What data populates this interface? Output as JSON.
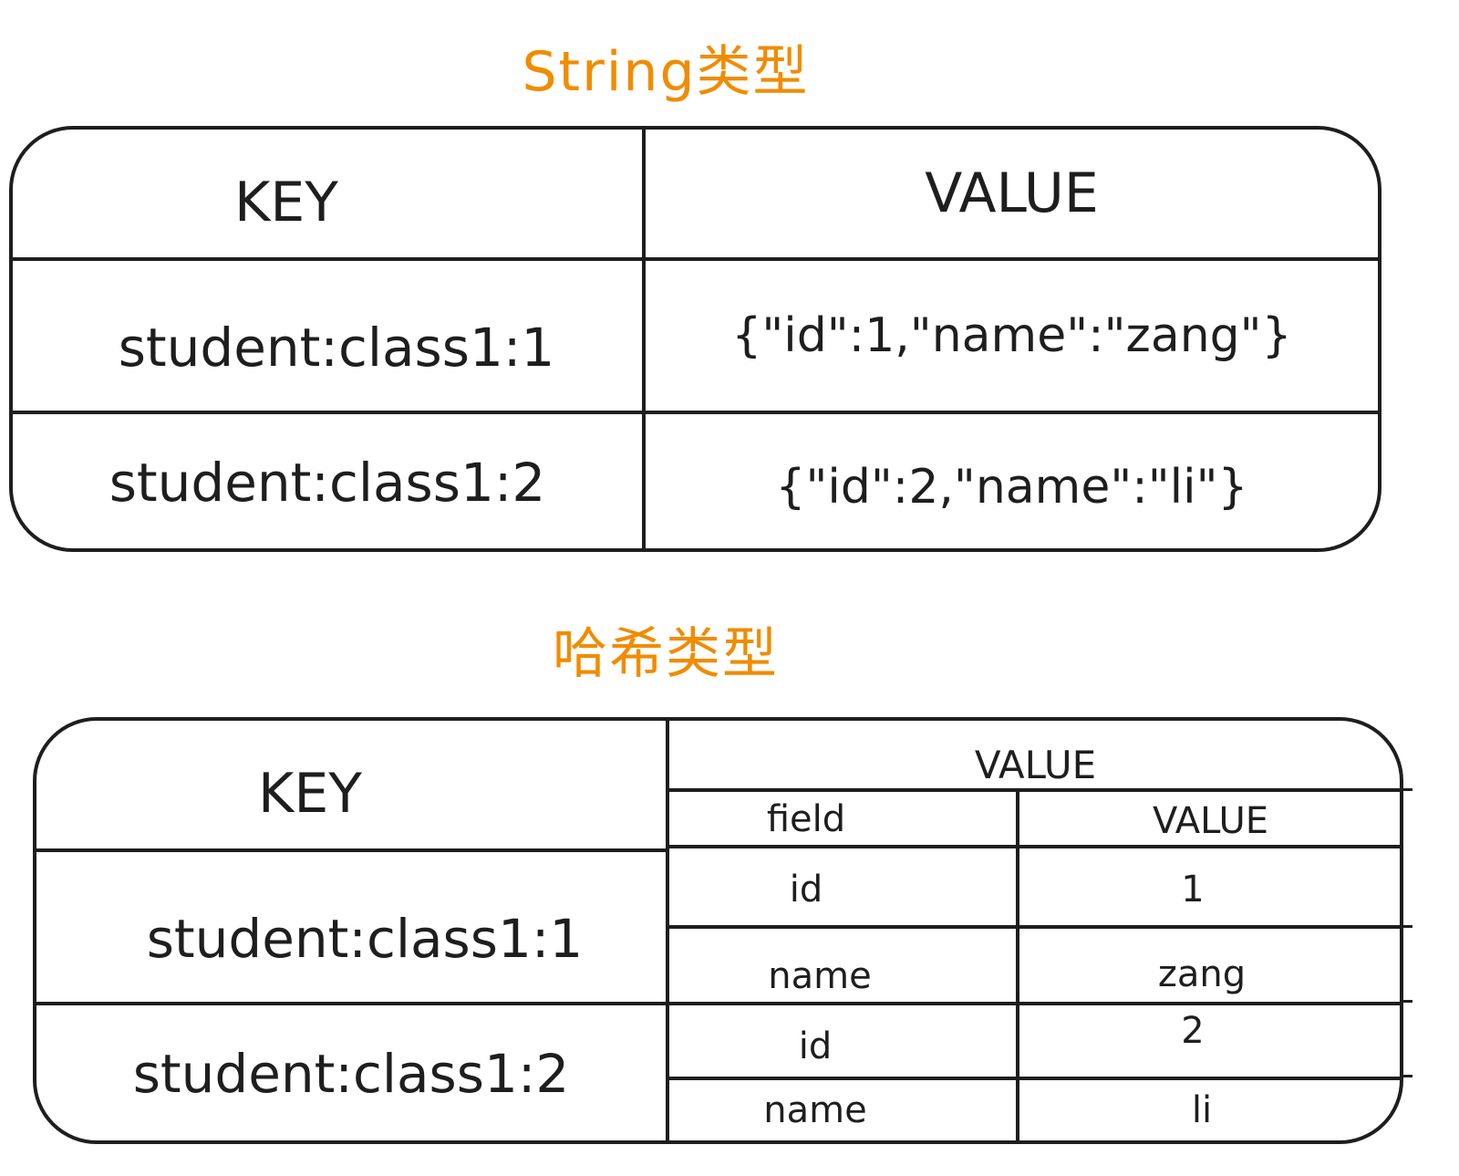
{
  "string_section": {
    "title": "String类型",
    "header": {
      "key": "KEY",
      "value": "VALUE"
    },
    "rows": [
      {
        "key": "student:class1:1",
        "value": "{\"id\":1,\"name\":\"zang\"}"
      },
      {
        "key": "student:class1:2",
        "value": "{\"id\":2,\"name\":\"li\"}"
      }
    ]
  },
  "hash_section": {
    "title": "哈希类型",
    "header": {
      "key": "KEY",
      "value": "VALUE",
      "field": "field",
      "sub_value": "VALUE"
    },
    "rows": [
      {
        "key": "student:class1:1",
        "entries": [
          {
            "field": "id",
            "value": "1"
          },
          {
            "field": "name",
            "value": "zang"
          }
        ]
      },
      {
        "key": "student:class1:2",
        "entries": [
          {
            "field": "id",
            "value": "2"
          },
          {
            "field": "name",
            "value": "li"
          }
        ]
      }
    ]
  },
  "colors": {
    "title": "#f08c00",
    "stroke": "#1e1e1e",
    "background": "#ffffff"
  }
}
